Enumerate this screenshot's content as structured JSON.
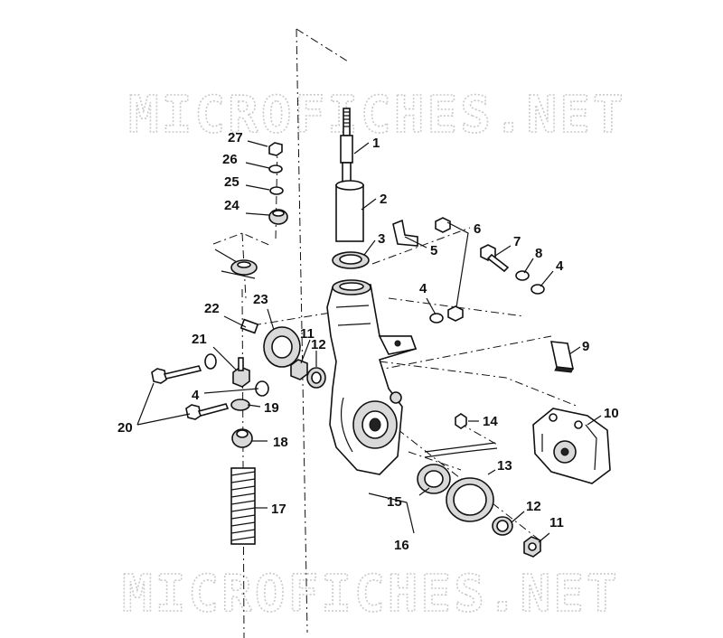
{
  "watermark": {
    "top": "MICROFICHES.NET",
    "bottom": "MICROFICHES.NET"
  },
  "callouts": {
    "c1": "1",
    "c2": "2",
    "c3": "3",
    "c4a": "4",
    "c4b": "4",
    "c4c": "4",
    "c5": "5",
    "c6": "6",
    "c7": "7",
    "c8": "8",
    "c9": "9",
    "c10": "10",
    "c11a": "11",
    "c11b": "11",
    "c12a": "12",
    "c12b": "12",
    "c13": "13",
    "c14": "14",
    "c15": "15",
    "c16": "16",
    "c17": "17",
    "c18": "18",
    "c19": "19",
    "c20": "20",
    "c21": "21",
    "c22": "22",
    "c23": "23",
    "c24": "24",
    "c25": "25",
    "c26": "26",
    "c27": "27"
  }
}
